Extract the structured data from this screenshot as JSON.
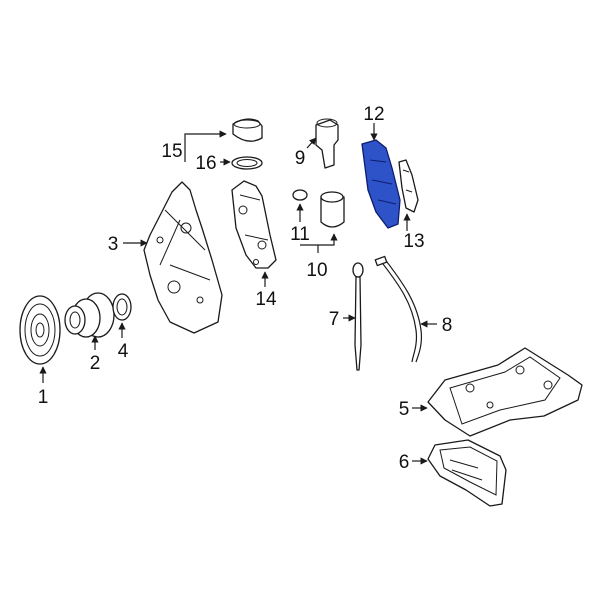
{
  "callouts": {
    "c1": "1",
    "c2": "2",
    "c3": "3",
    "c4": "4",
    "c5": "5",
    "c6": "6",
    "c7": "7",
    "c8": "8",
    "c9": "9",
    "c10": "10",
    "c11": "11",
    "c12": "12",
    "c13": "13",
    "c14": "14",
    "c15": "15",
    "c16": "16"
  },
  "colors": {
    "highlight": "#2e52c8",
    "line": "#1a1a1a",
    "background": "#ffffff"
  }
}
